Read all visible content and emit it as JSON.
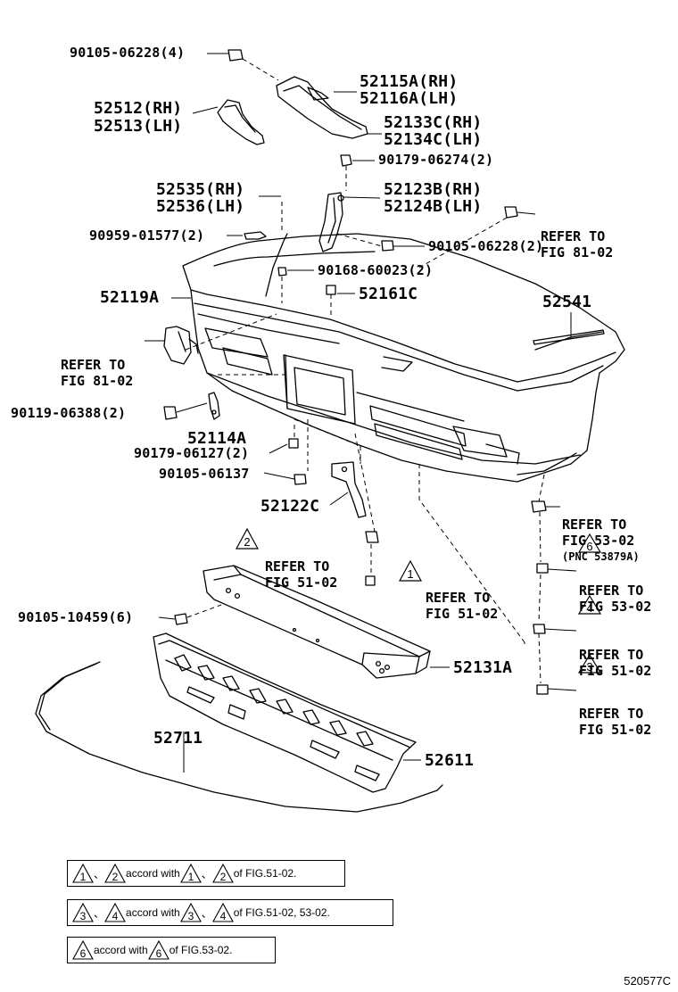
{
  "parts": {
    "p1": "90105-06228(4)",
    "p2a": "52115A(RH)",
    "p2b": "52116A(LH)",
    "p3a": "52512(RH)",
    "p3b": "52513(LH)",
    "p4a": "52133C(RH)",
    "p4b": "52134C(LH)",
    "p5": "90179-06274(2)",
    "p6a": "52535(RH)",
    "p6b": "52536(LH)",
    "p7a": "52123B(RH)",
    "p7b": "52124B(LH)",
    "p8": "90959-01577(2)",
    "p9": "90105-06228(2)",
    "p10": "90168-60023(2)",
    "p11": "52119A",
    "p12": "52161C",
    "p13": "52541",
    "p14": "90119-06388(2)",
    "p15": "52114A",
    "p16": "90179-06127(2)",
    "p17": "90105-06137",
    "p18": "52122C",
    "p19": "90105-10459(6)",
    "p20": "52131A",
    "p21": "52711",
    "p22": "52611"
  },
  "refs": {
    "r1a": "REFER TO",
    "r1b": "FIG 81-02",
    "r2a": "REFER TO",
    "r2b": "FIG 81-02",
    "r3a": "REFER TO",
    "r3b": "FIG 53-02",
    "r3c": "(PNC 53879A)",
    "r4a": "REFER TO",
    "r4b": "FIG 51-02",
    "r5a": "REFER TO",
    "r5b": "FIG 51-02",
    "r6a": "REFER TO",
    "r6b": "FIG 53-02",
    "r7a": "REFER TO",
    "r7b": "FIG 51-02",
    "r8a": "REFER TO",
    "r8b": "FIG 51-02"
  },
  "triangles": {
    "t2": "2",
    "t1": "1",
    "t6": "6",
    "t4": "4",
    "t3": "3"
  },
  "legend": {
    "row1": {
      "n1": "1",
      "n2": "2",
      "m1": "1",
      "m2": "2",
      "sep": "、",
      "mid": "accord with",
      "end": "of FIG.51-02."
    },
    "row2": {
      "n1": "3",
      "n2": "4",
      "m1": "3",
      "m2": "4",
      "sep": "、",
      "mid": "accord with",
      "end": "of FIG.51-02, 53-02."
    },
    "row3": {
      "n1": "6",
      "m1": "6",
      "mid": "accord with",
      "end": "of FIG.53-02."
    }
  },
  "figure_code": "520577C"
}
